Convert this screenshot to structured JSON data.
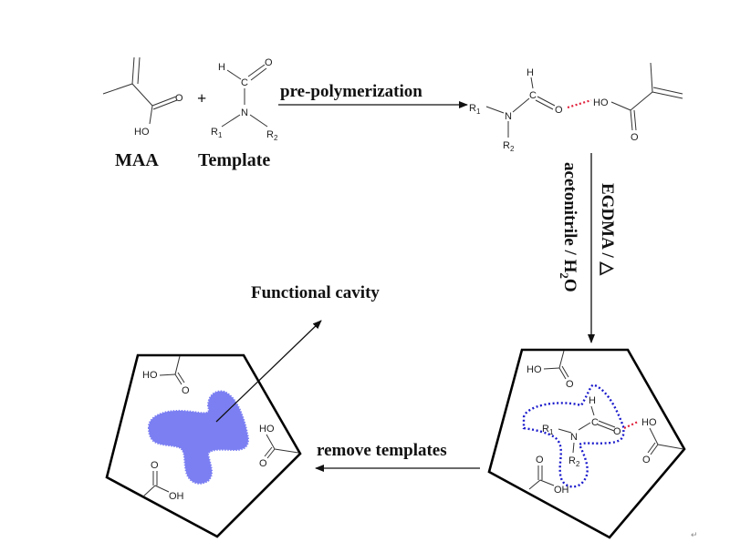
{
  "molecules": {
    "maa": {
      "label": "MAA",
      "atoms": {
        "o": "O",
        "ho": "HO"
      }
    },
    "template": {
      "label": "Template",
      "atoms": {
        "h": "H",
        "c": "C",
        "o": "O",
        "n": "N",
        "r1": "R",
        "r1_sub": "1",
        "r2": "R",
        "r2_sub": "2"
      }
    },
    "plus": "+",
    "complex": {
      "atoms": {
        "r1": "R",
        "r1_sub": "1",
        "n": "N",
        "c": "C",
        "h": "H",
        "o": "O",
        "ho": "HO",
        "o2": "O",
        "r2": "R",
        "r2_sub": "2"
      }
    }
  },
  "steps": {
    "pre_polymerization": "pre-polymerization",
    "polymerization_line1": "EGDMA / △",
    "polymerization_line2_prefix": "acetonitrile / H",
    "polymerization_line2_sub": "2",
    "polymerization_line2_suffix": "O",
    "remove_templates": "remove templates",
    "functional_cavity": "Functional cavity"
  },
  "polymer_right": {
    "groups": {
      "ho_top": "HO",
      "o_top": "O",
      "h": "H",
      "c": "C",
      "o": "O",
      "r1": "R",
      "r1_sub": "1",
      "n": "N",
      "r2": "R",
      "r2_sub": "2",
      "ho_right": "HO",
      "o_right": "O",
      "o_bottom": "O",
      "oh_bottom": "OH"
    }
  },
  "polymer_left": {
    "groups": {
      "ho_top": "HO",
      "o_top": "O",
      "ho_right": "HO",
      "o_right": "O",
      "o_bottom": "O",
      "oh_bottom": "OH"
    }
  },
  "colors": {
    "cavity_fill": "#7b7ff2",
    "template_outline": "#1a1acc",
    "hydrogen_bond": "#e0203a"
  },
  "footer_mark": "↵"
}
